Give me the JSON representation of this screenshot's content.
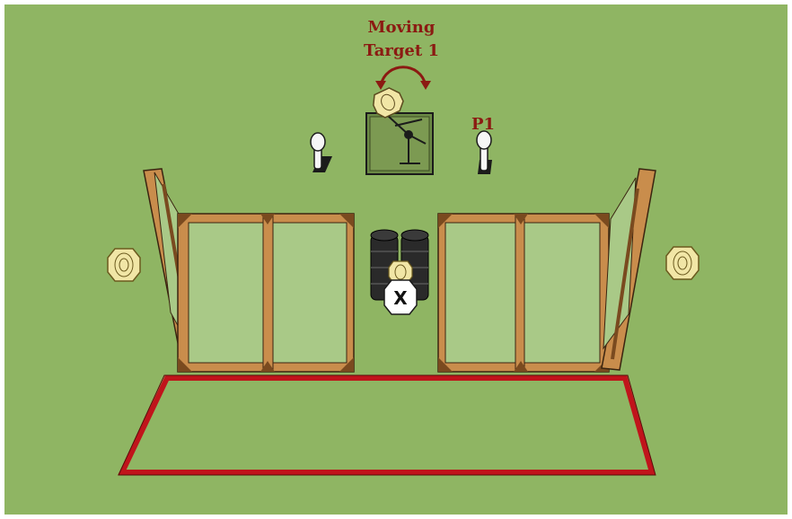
{
  "labels": {
    "moving_target_line1": "Moving",
    "moving_target_line2": "Target 1",
    "popper_label": "P1",
    "no_shoot_mark": "X"
  },
  "colors": {
    "ground": "#8fb563",
    "frame_wood": "#c98d4c",
    "frame_dark": "#7a4a1f",
    "wall_panel": "#a9c987",
    "fault_box": "#c0141b",
    "label_red": "#8b1a12",
    "target_cream": "#f1e6a6",
    "tire_dark": "#2a2a2a",
    "mover_panel": "#6b8a45"
  },
  "icons": {
    "mover_arrow": "curved-double-arrow-icon",
    "popper": "popper-target-icon",
    "steel_target": "octagon-paper-target-icon",
    "no_shoot": "no-shoot-x-icon"
  }
}
